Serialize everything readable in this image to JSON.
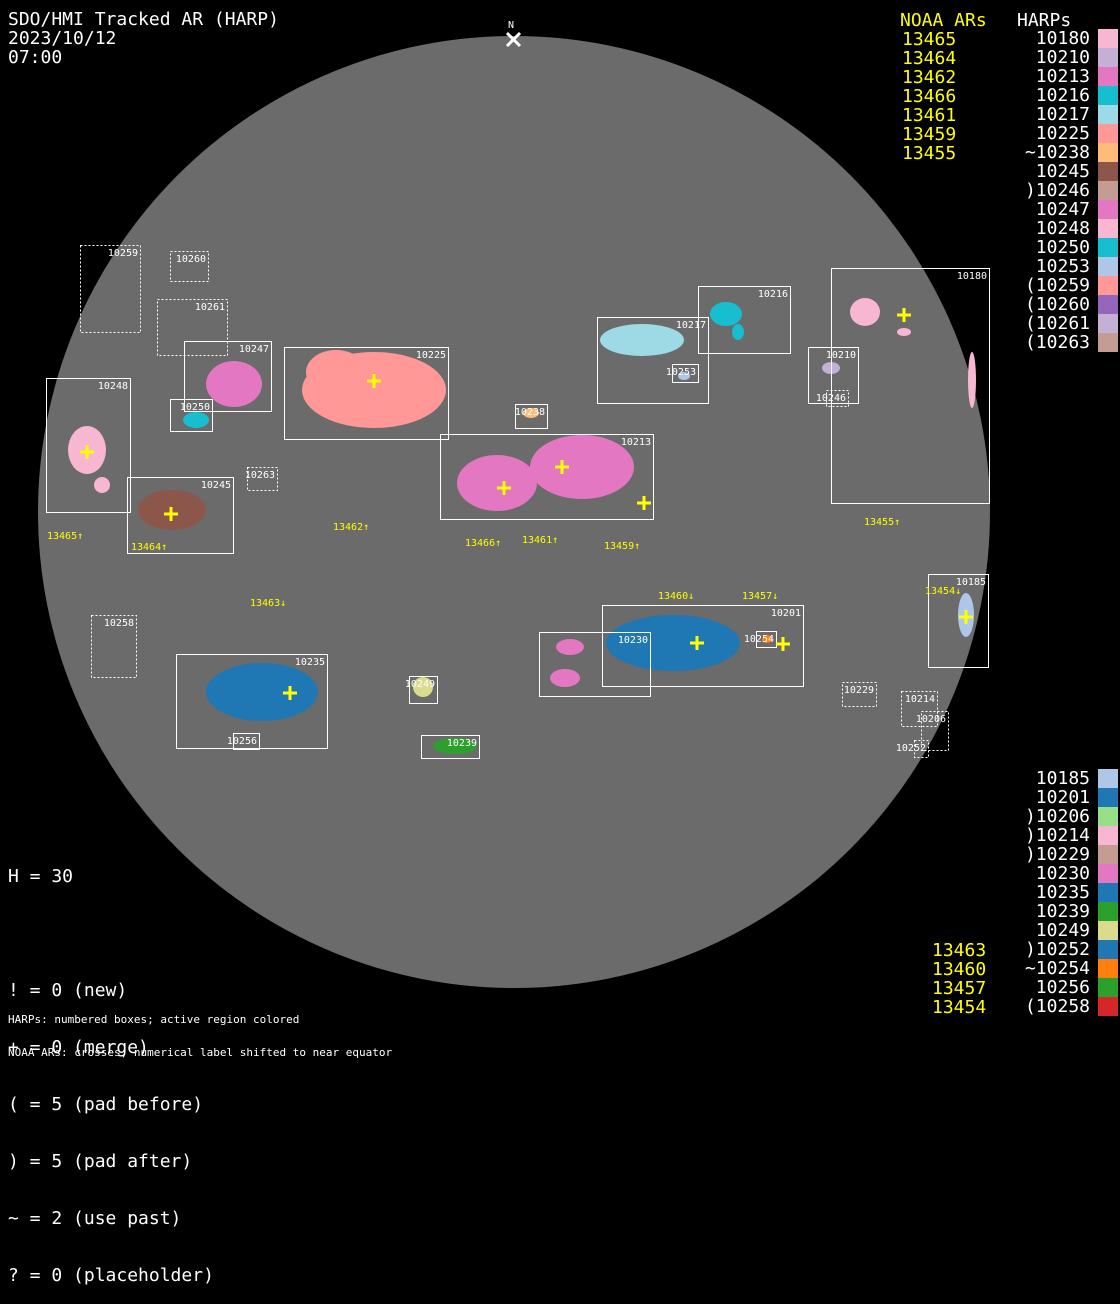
{
  "header": {
    "title": "SDO/HMI Tracked AR (HARP)",
    "date": "2023/10/12",
    "time": "07:00"
  },
  "north_label": "N",
  "noaa_heading": "NOAA ARs",
  "harps_heading": "HARPs",
  "noaa_top": [
    "13465",
    "13464",
    "13462",
    "13466",
    "13461",
    "13459",
    "13455"
  ],
  "noaa_bottom": [
    "13463",
    "13460",
    "13457",
    "13454"
  ],
  "harps_top": [
    {
      "label": " 10180",
      "color": "#f7b6d2"
    },
    {
      "label": " 10210",
      "color": "#c5b0d5"
    },
    {
      "label": " 10213",
      "color": "#e377c2"
    },
    {
      "label": " 10216",
      "color": "#17becf"
    },
    {
      "label": " 10217",
      "color": "#9edae5"
    },
    {
      "label": " 10225",
      "color": "#ff9896"
    },
    {
      "label": "~10238",
      "color": "#ffbb78"
    },
    {
      "label": " 10245",
      "color": "#8c564b"
    },
    {
      "label": ")10246",
      "color": "#c49c94"
    },
    {
      "label": " 10247",
      "color": "#e377c2"
    },
    {
      "label": " 10248",
      "color": "#f7b6d2"
    },
    {
      "label": " 10250",
      "color": "#17becf"
    },
    {
      "label": " 10253",
      "color": "#aec7e8"
    },
    {
      "label": "(10259",
      "color": "#ff9896"
    },
    {
      "label": "(10260",
      "color": "#9467bd"
    },
    {
      "label": "(10261",
      "color": "#c5b0d5"
    },
    {
      "label": "(10263",
      "color": "#c49c94"
    }
  ],
  "harps_bottom": [
    {
      "label": " 10185",
      "color": "#aec7e8"
    },
    {
      "label": " 10201",
      "color": "#1f77b4"
    },
    {
      "label": ")10206",
      "color": "#98df8a"
    },
    {
      "label": ")10214",
      "color": "#f7b6d2"
    },
    {
      "label": ")10229",
      "color": "#c49c94"
    },
    {
      "label": " 10230",
      "color": "#e377c2"
    },
    {
      "label": " 10235",
      "color": "#1f77b4"
    },
    {
      "label": " 10239",
      "color": "#2ca02c"
    },
    {
      "label": " 10249",
      "color": "#dbdb8d"
    },
    {
      "label": ")10252",
      "color": "#1f77b4"
    },
    {
      "label": "~10254",
      "color": "#ff7f0e"
    },
    {
      "label": " 10256",
      "color": "#2ca02c"
    },
    {
      "label": "(10258",
      "color": "#d62728"
    }
  ],
  "stats": {
    "h": "H = 30",
    "lines": [
      "! = 0 (new)",
      "+ = 0 (merge)",
      "( = 5 (pad before)",
      ") = 5 (pad after)",
      "~ = 2 (use past)",
      "? = 0 (placeholder)"
    ]
  },
  "footer": [
    "HARPs: numbered boxes; active region colored",
    "NOAA ARs: crosses; numerical label shifted to near equator"
  ],
  "harp_boxes": [
    "10259",
    "10260",
    "10261",
    "10247",
    "10225",
    "10248",
    "10250",
    "10263",
    "10245",
    "10238",
    "10213",
    "10217",
    "10253",
    "10216",
    "10210",
    "10246",
    "10180",
    "10185",
    "10201",
    "10254",
    "10230",
    "10258",
    "10235",
    "10256",
    "10249",
    "10239",
    "10229",
    "10214",
    "10206",
    "10252"
  ],
  "ar_labels": [
    "13465↑",
    "13464↑",
    "13462↑",
    "13466↑",
    "13461↑",
    "13459↑",
    "13455↑",
    "13463↓",
    "13460↓",
    "13457↓",
    "13454↓"
  ]
}
